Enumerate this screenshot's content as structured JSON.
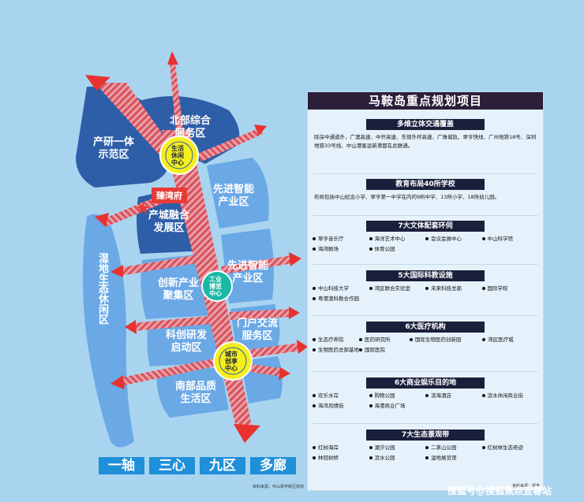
{
  "map": {
    "zones": {
      "north": "北部综合\n服务区",
      "rd": "产研一体\n示范区",
      "adv1": "先进智能\n产业区",
      "fusion": "产城融合\n发展区",
      "wetland": "湿\n地\n生\n态\n休\n闲\n区",
      "innov": "创新产业\n聚集区",
      "adv2": "先进智能\n产业区",
      "gateway": "门户交流\n服务区",
      "sci": "科创研发\n启动区",
      "south": "南部品质\n生活区"
    },
    "centers": {
      "life": "生活\n休闲\n中心",
      "industry": "工业\n博览\n中心",
      "city": "城市\n创享\n中心"
    },
    "project_tag": "臻湾府",
    "bottom": [
      "一轴",
      "三心",
      "九区",
      "多廊"
    ],
    "source": "资料来源：中山翠亨新区规划",
    "colors": {
      "dark_zone": "#2e5ea8",
      "mid_zone": "#3b7ccc",
      "light_zone": "#6aa8e6",
      "axis": "#e06a73",
      "arrow": "#e8322f",
      "yellow": "#f5ee1d",
      "teal": "#19b7a6"
    }
  },
  "panel": {
    "title": "马鞍岛重点规划项目",
    "sections": [
      {
        "head": "多维立体交通覆盖",
        "text": "除深中通道外，广澳高速、中开高速、东部外环高速、广珠城轨、翠亨快线、广州地铁18号、深圳地铁33号线、中山港客运新港都在此联通。"
      },
      {
        "head": "教育布局40所学校",
        "text": "布局包括中山纪念小学、翠亨第一中学在内的9所中学、13所小学、18所幼儿园。"
      },
      {
        "head": "7大文体配套环伺",
        "items": [
          "翠亨音乐厅",
          "海洋艺术中心",
          "会议会展中心",
          "中山科学馆",
          "海湾剧场",
          "体育公园"
        ]
      },
      {
        "head": "5大国际科教设施",
        "items": [
          "中山科技大学",
          "湾区联合实验室",
          "未来科技总部",
          "国际学校",
          "粤港澳科教合作园"
        ]
      },
      {
        "head": "6大医疗机构",
        "items": [
          "生态疗养院",
          "医药研究所",
          "国际生物医药创新园",
          "湾区医疗城",
          "生物医药总部基地",
          "国际医院"
        ]
      },
      {
        "head": "6大商业娱乐目的地",
        "items": [
          "欢乐水岸",
          "购物公园",
          "滨海酒店",
          "滨水休闲商业街",
          "海湾风情街",
          "海港商业广场"
        ]
      },
      {
        "head": "7大生态景观带",
        "items": [
          "红树海岸",
          "潮汐公园",
          "二茅山公园",
          "红树林生态奇迹",
          "林冠树桥",
          "滨水公园",
          "湿地展览馆"
        ]
      }
    ],
    "source": "资料来源：翠亨"
  },
  "watermark": "搜狐号@搜狐焦点宜春站"
}
